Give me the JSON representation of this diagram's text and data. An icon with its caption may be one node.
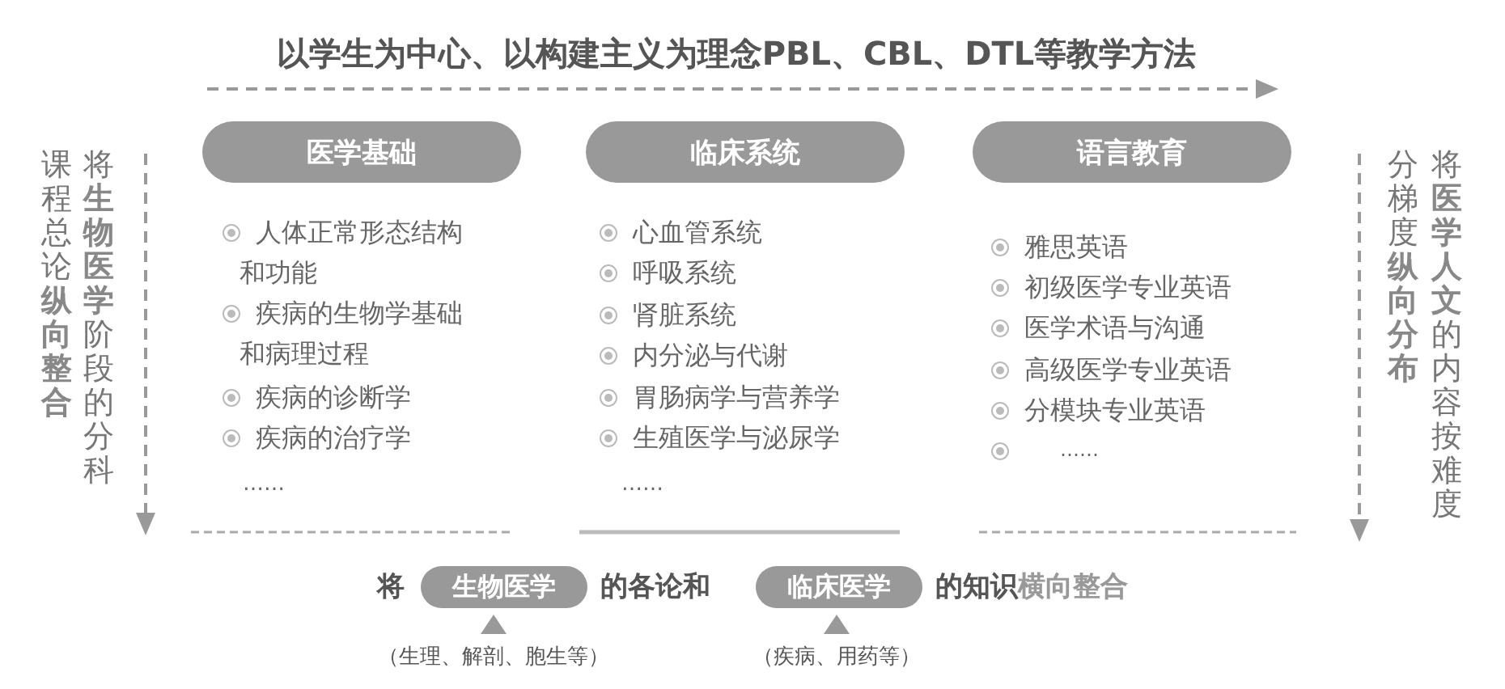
{
  "diagram": {
    "title": "以学生为中心、以构建主义为理念PBL、CBL、DTL等教学方法",
    "nodes": [
      {
        "text": [
          "医学基础"
        ]
      },
      {
        "text": [
          "临床系统"
        ]
      },
      {
        "text": [
          "语言教育"
        ]
      },
      {
        "text": [
          "生物医学"
        ]
      },
      {
        "text": [
          "临床医学"
        ]
      }
    ],
    "labels": [
      "课程总论**纵向整合**",
      "将**生物医学**阶段的分科",
      "人体正常形态结构和功能",
      "疾病的生物学基础和病理过程",
      "疾病的诊断学",
      "疾病的治疗学",
      "……",
      "心血管系统",
      "呼吸系统",
      "肾脏系统",
      "内分泌与代谢",
      "胃肠病学与营养学",
      "生殖医学与泌尿学",
      "……",
      "雅思英语",
      "初级医学专业英语",
      "医学术语与沟通",
      "高级医学专业英语",
      "分模块专业英语",
      "……",
      "分梯度**纵向分布**",
      "将**医学人文**的内容按难度",
      "将",
      "的各论和",
      "的知识",
      "横向整合",
      "（生理、解剖、胞生等）",
      "（疾病、用药等）"
    ]
  }
}
